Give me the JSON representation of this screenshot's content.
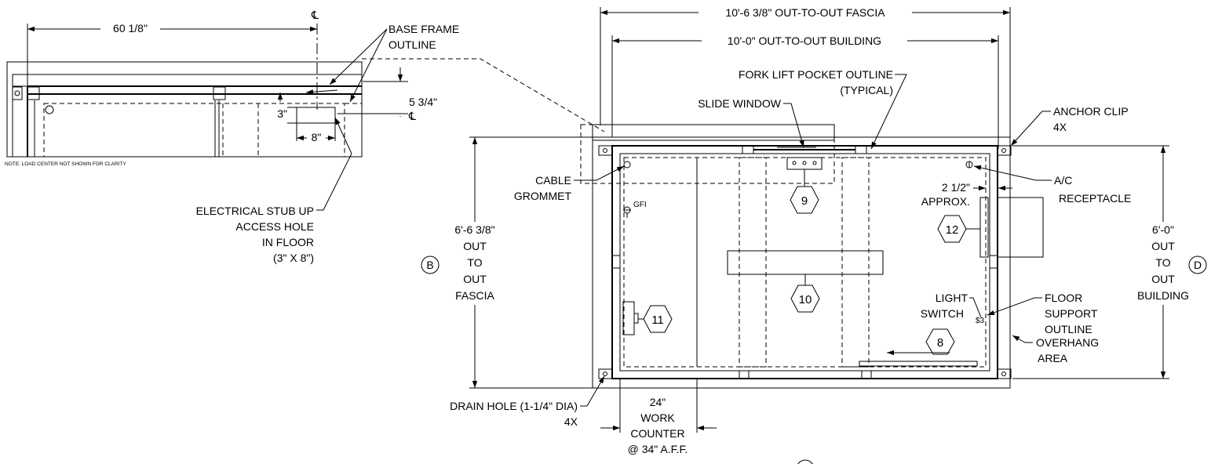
{
  "inset": {
    "centerline_top": "℄",
    "centerline_right": "℄",
    "dim_width": "60 1/8\"",
    "base_frame_line1": "BASE FRAME",
    "base_frame_line2": "OUTLINE",
    "dim_offset": "5 3/4\"",
    "hole_height": "3\"",
    "hole_width": "8\"",
    "note": "NOTE: LOAD CENTER NOT SHOWN FOR CLARITY",
    "stub_up_line1": "ELECTRICAL STUB UP",
    "stub_up_line2": "ACCESS HOLE",
    "stub_up_line3": "IN FLOOR",
    "stub_up_line4": "(3\" X 8\")"
  },
  "plan": {
    "dim_fascia_width": "10'-6 3/8\" OUT-TO-OUT FASCIA",
    "dim_building_width": "10'-0\" OUT-TO-OUT BUILDING",
    "forklift_line1": "FORK LIFT POCKET OUTLINE",
    "forklift_line2": "(TYPICAL)",
    "slide_window": "SLIDE WINDOW",
    "anchor_clip_line1": "ANCHOR CLIP",
    "anchor_clip_line2": "4X",
    "cable_grommet_line1": "CABLE",
    "cable_grommet_line2": "GROMMET",
    "gfi": "GFI",
    "dim_clearance_line1": "2 1/2\"",
    "dim_clearance_line2": "APPROX.",
    "ac_receptacle_line1": "A/C",
    "ac_receptacle_line2": "RECEPTACLE",
    "fascia_depth": [
      "6'-6 3/8\"",
      "OUT",
      "TO",
      "OUT",
      "FASCIA"
    ],
    "building_depth": [
      "6'-0\"",
      "OUT",
      "TO",
      "OUT",
      "BUILDING"
    ],
    "grid_b": "B",
    "grid_d": "D",
    "light_switch_line1": "LIGHT",
    "light_switch_line2": "SWITCH",
    "floor_support_line1": "FLOOR",
    "floor_support_line2": "SUPPORT",
    "floor_support_line3": "OUTLINE",
    "overhang_line1": "OVERHANG",
    "overhang_line2": "AREA",
    "drain_hole_line1": "DRAIN HOLE (1-1/4\" DIA)",
    "drain_hole_line2": "4X",
    "counter_line1": "24\"",
    "counter_line2": "WORK",
    "counter_line3": "COUNTER",
    "counter_line4": "@ 34\" A.F.F.",
    "tags": [
      "8",
      "9",
      "10",
      "11",
      "12"
    ]
  }
}
